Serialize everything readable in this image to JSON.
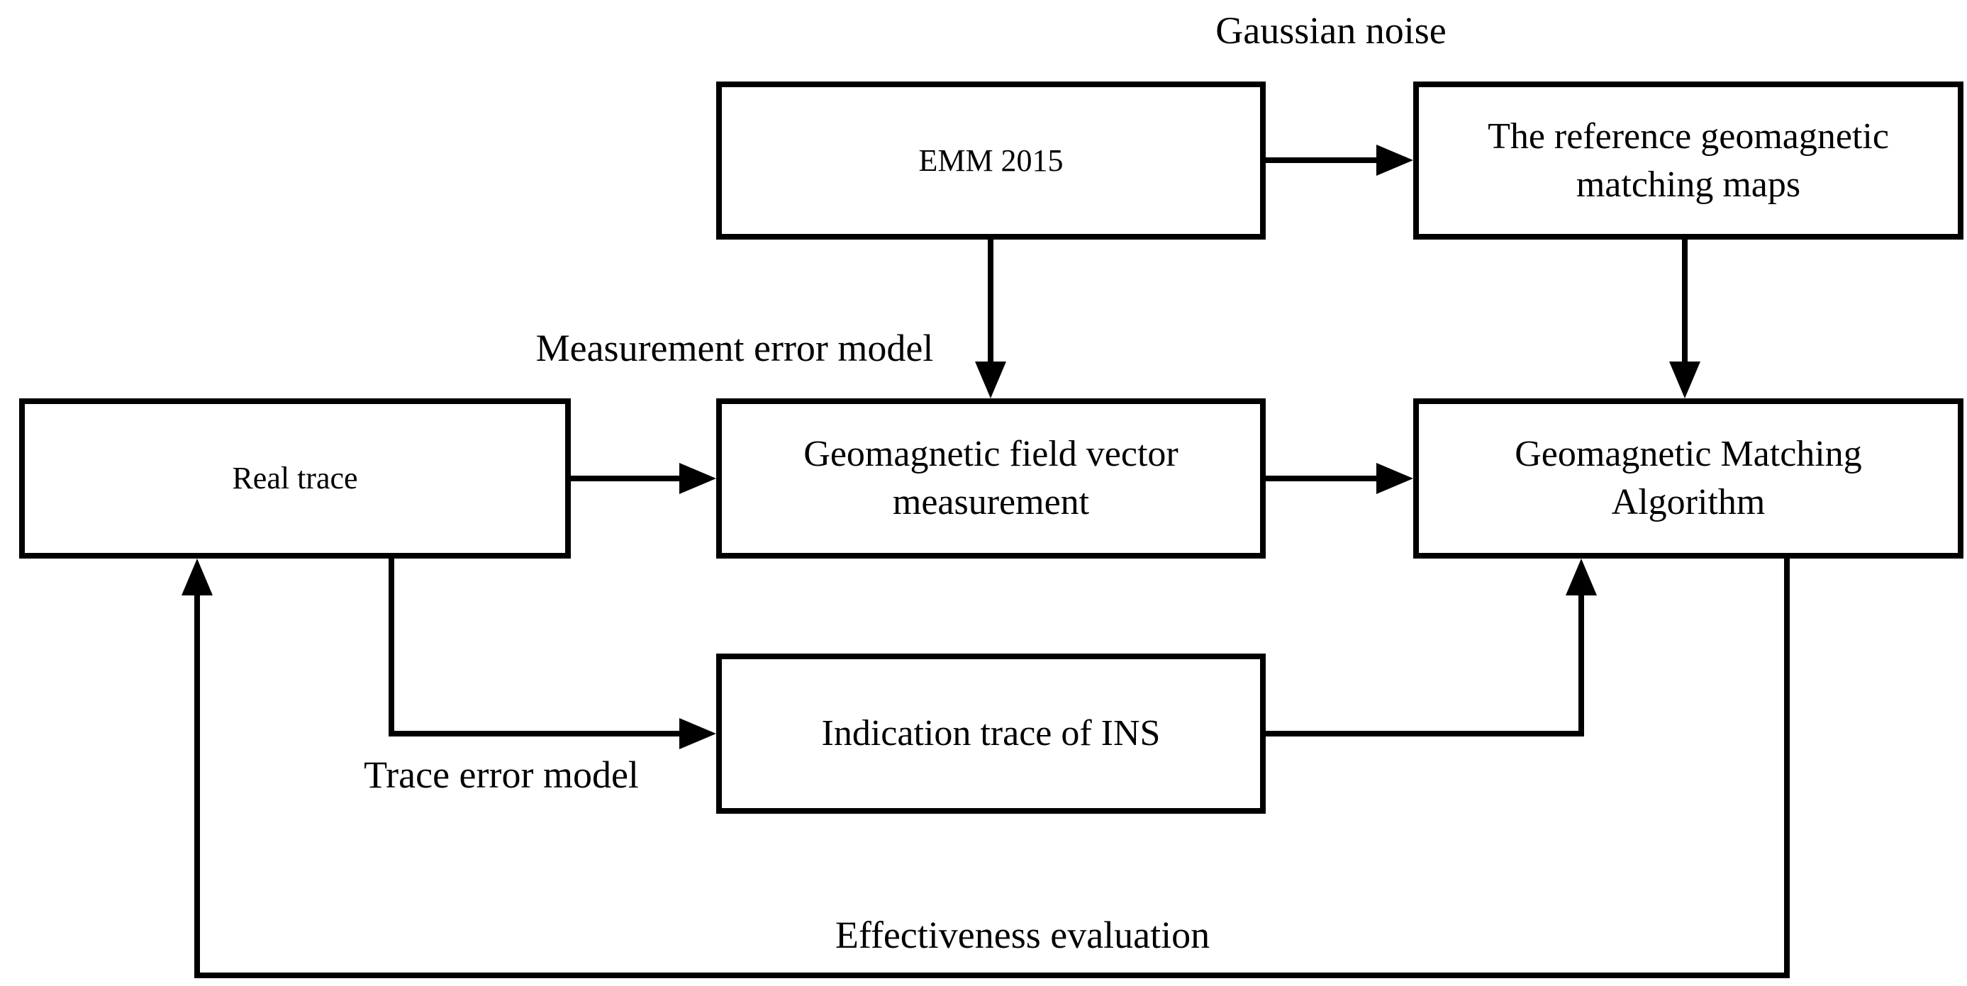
{
  "diagram": {
    "type": "flowchart",
    "background_color": "#ffffff",
    "line_color": "#000000",
    "text_color": "#000000",
    "nodes": {
      "emm": {
        "label": "EMM 2015"
      },
      "reference_maps": {
        "label": "The reference geomagnetic matching maps"
      },
      "real_trace": {
        "label": "Real trace"
      },
      "field_measurement": {
        "label": "Geomagnetic field vector measurement"
      },
      "matching_algorithm": {
        "label": "Geomagnetic Matching Algorithm"
      },
      "ins_trace": {
        "label": "Indication trace of INS"
      }
    },
    "labels": {
      "gaussian_noise": "Gaussian noise",
      "measurement_error_model": "Measurement error model",
      "trace_error_model": "Trace error model",
      "effectiveness_evaluation": "Effectiveness evaluation"
    },
    "edges": [
      {
        "from": "emm",
        "to": "reference_maps",
        "label": "Gaussian noise",
        "direction": "right"
      },
      {
        "from": "emm",
        "to": "field_measurement",
        "label": "Measurement error model",
        "direction": "down"
      },
      {
        "from": "reference_maps",
        "to": "matching_algorithm",
        "label": "",
        "direction": "down"
      },
      {
        "from": "real_trace",
        "to": "field_measurement",
        "label": "",
        "direction": "right"
      },
      {
        "from": "field_measurement",
        "to": "matching_algorithm",
        "label": "",
        "direction": "right"
      },
      {
        "from": "real_trace",
        "to": "ins_trace",
        "label": "Trace error model",
        "direction": "down-right"
      },
      {
        "from": "ins_trace",
        "to": "matching_algorithm",
        "label": "",
        "direction": "right-up"
      },
      {
        "from": "matching_algorithm",
        "to": "real_trace",
        "label": "Effectiveness evaluation",
        "direction": "down-left-up"
      }
    ]
  }
}
